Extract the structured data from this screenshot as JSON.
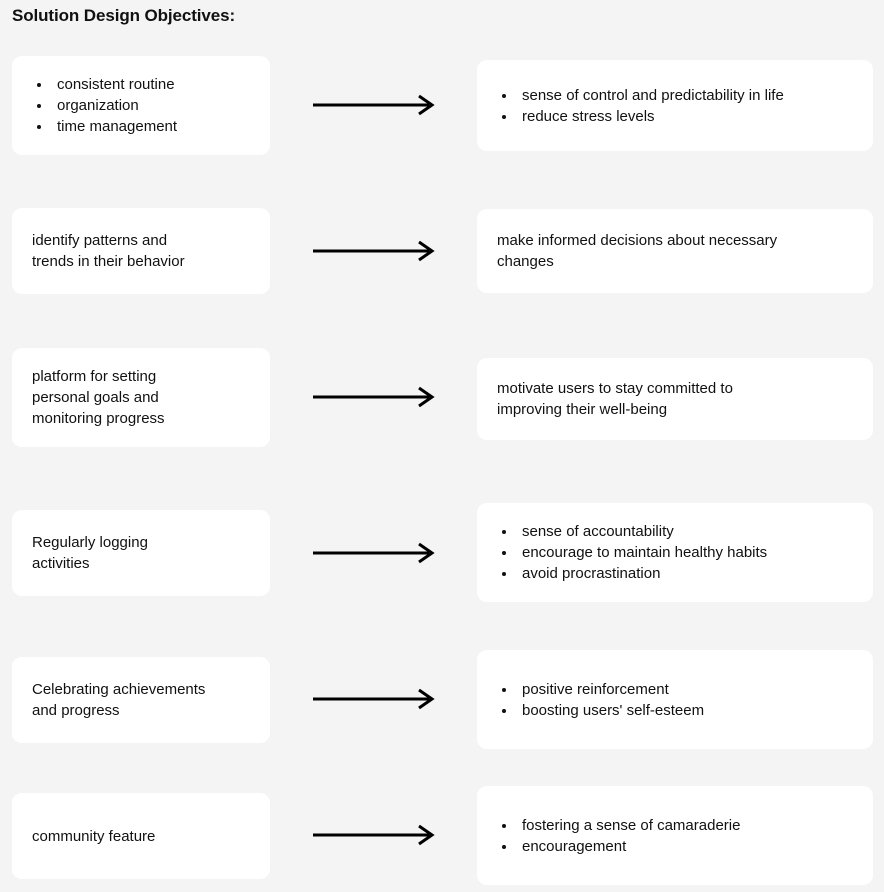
{
  "page": {
    "title": "Solution Design Objectives:",
    "background_color": "#f4f4f4",
    "card_color": "#ffffff",
    "text_color": "#111111",
    "arrow_color": "#000000"
  },
  "diagram": {
    "type": "mapping-diagram",
    "arrow_icon": "right-arrow-icon",
    "rows": [
      {
        "left": {
          "style": "bullets",
          "items": [
            "consistent routine",
            "organization",
            "time management"
          ]
        },
        "right": {
          "style": "bullets",
          "items": [
            "sense of control and predictability in life",
            "reduce stress levels"
          ]
        }
      },
      {
        "left": {
          "style": "text",
          "text": "identify patterns and\ntrends in their behavior"
        },
        "right": {
          "style": "text",
          "text": "make informed decisions about necessary\nchanges"
        }
      },
      {
        "left": {
          "style": "text",
          "text": "platform for setting\npersonal goals and\nmonitoring progress"
        },
        "right": {
          "style": "text",
          "text": "motivate users to stay committed to\nimproving their well-being"
        }
      },
      {
        "left": {
          "style": "text",
          "text": "Regularly logging\nactivities"
        },
        "right": {
          "style": "bullets",
          "items": [
            "sense of accountability",
            "encourage to maintain healthy habits",
            "avoid procrastination"
          ]
        }
      },
      {
        "left": {
          "style": "text",
          "text": "Celebrating achievements\nand progress"
        },
        "right": {
          "style": "bullets",
          "items": [
            "positive reinforcement",
            "boosting users' self-esteem"
          ]
        }
      },
      {
        "left": {
          "style": "text",
          "text": "community feature"
        },
        "right": {
          "style": "bullets",
          "items": [
            "fostering a sense of camaraderie",
            "encouragement"
          ]
        }
      }
    ]
  }
}
